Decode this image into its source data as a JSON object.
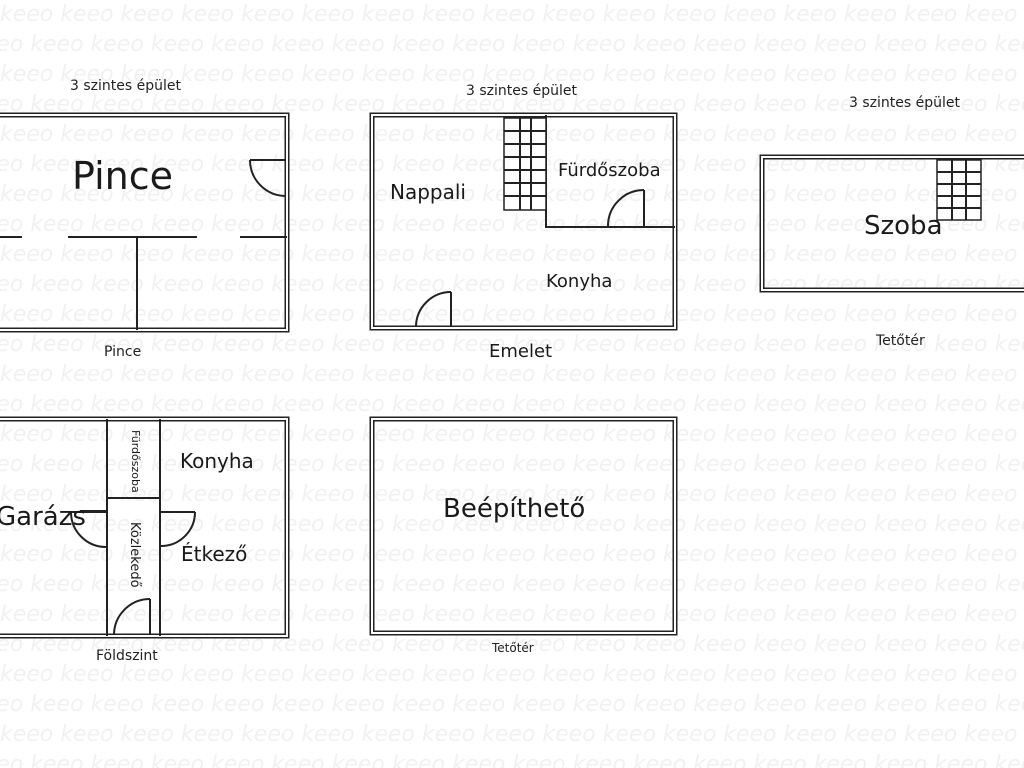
{
  "watermark": {
    "word": "keeo"
  },
  "plans": {
    "pince": {
      "title": "3 szintes épület",
      "room_main": "Pince",
      "caption": "Pince"
    },
    "emelet": {
      "title": "3 szintes épület",
      "rooms": {
        "nappali": "Nappali",
        "furdoszoba": "Fürdőszoba",
        "konyha": "Konyha"
      },
      "caption": "Emelet"
    },
    "tetoter_top": {
      "title": "3 szintes épület",
      "rooms": {
        "szoba": "Szoba"
      },
      "caption": "Tetőtér"
    },
    "foldszint": {
      "rooms": {
        "garazs": "Garázs",
        "furdoszoba": "Fürdőszoba",
        "konyha": "Konyha",
        "kozlekedo": "Közlekedő",
        "etkezo": "Étkező"
      },
      "caption": "Földszint"
    },
    "tetoter_bottom": {
      "rooms": {
        "beepitheto": "Beépíthető"
      },
      "caption": "Tetőtér"
    }
  },
  "colors": {
    "wall": "#222222",
    "watermark": "#f1f1f1",
    "background": "#ffffff"
  }
}
